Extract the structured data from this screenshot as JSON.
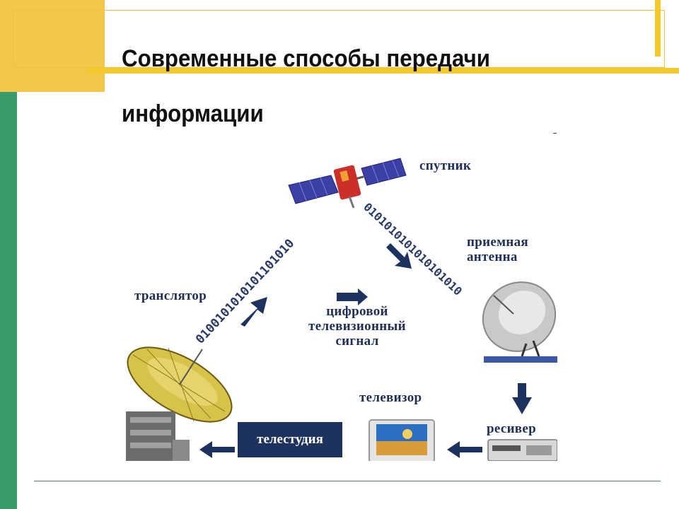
{
  "slide": {
    "title_line1": "Современные способы передачи",
    "title_line2": "информации"
  },
  "diagram": {
    "labels": {
      "satellite": "спутник",
      "receiving_antenna_line1": "приемная",
      "receiving_antenna_line2": "антенна",
      "transmitter": "транслятор",
      "signal_line1": "цифровой",
      "signal_line2": "телевизионный",
      "signal_line3": "сигнал",
      "tv": "телевизор",
      "receiver": "ресивер",
      "studio": "телестудия"
    },
    "bitstream_up": "0100101010101101010",
    "bitstream_down": "0101010101010101010"
  },
  "colors": {
    "accent_yellow": "#f5c82e",
    "side_green": "#3a9a6a",
    "label_navy": "#1f2f57",
    "studio_box": "#1e3260"
  }
}
